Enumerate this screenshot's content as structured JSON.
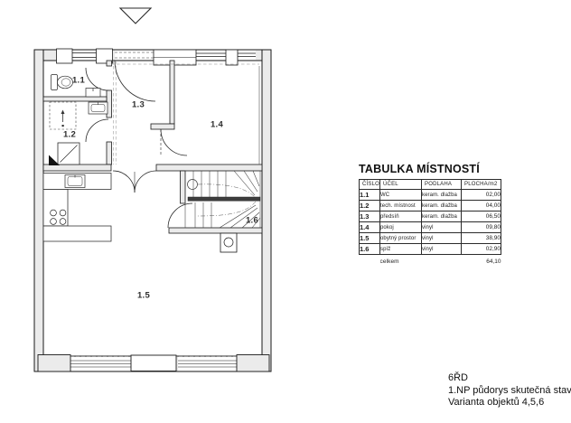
{
  "plan": {
    "icons": {
      "entrance_marker": "triangle-down-outline",
      "fixtures": [
        "toilet",
        "hand-sink",
        "washer-space",
        "boiler",
        "kitchen-sink",
        "stove-4-burner",
        "stairs-winder",
        "chimney"
      ]
    },
    "room_labels": [
      {
        "id": "1.1"
      },
      {
        "id": "1.2"
      },
      {
        "id": "1.3"
      },
      {
        "id": "1.4"
      },
      {
        "id": "1.5"
      },
      {
        "id": "1.6"
      }
    ]
  },
  "table": {
    "title": "TABULKA MÍSTNOSTÍ",
    "columns": [
      "ČÍSLO",
      "ÚČEL",
      "PODLAHA",
      "PLOCHA/m2"
    ],
    "rows": [
      [
        "1.1",
        "WC",
        "keram. dlažba",
        "02,00"
      ],
      [
        "1.2",
        "tech. místnost",
        "keram. dlažba",
        "04,00"
      ],
      [
        "1.3",
        "předsíň",
        "keram. dlažba",
        "06,50"
      ],
      [
        "1.4",
        "pokoj",
        "vinyl",
        "09,80"
      ],
      [
        "1.5",
        "obytný prostor",
        "vinyl",
        "38,90"
      ],
      [
        "1.6",
        "spíž",
        "vinyl",
        "02,90"
      ]
    ],
    "total_label": "celkem",
    "total_value": "64,10"
  },
  "caption": {
    "line1": "6ŘD",
    "line2": "1.NP půdorys skutečná stav",
    "line3": "Varianta objektů 4,5,6"
  }
}
